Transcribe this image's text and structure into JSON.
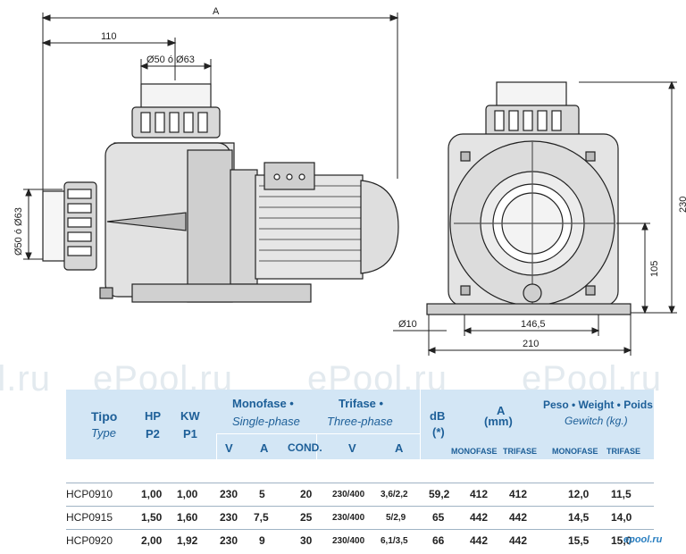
{
  "drawing": {
    "dim_A": "A",
    "dim_110": "110",
    "dim_inlet_top": "Ø50 ó Ø63",
    "dim_inlet_side": "Ø50 ó Ø63",
    "dim_230": "230",
    "dim_105": "105",
    "dim_hole": "Ø10",
    "dim_146": "146,5",
    "dim_210": "210"
  },
  "watermark": "ePool.ru",
  "table": {
    "headers": {
      "tipo": "Tipo",
      "type": "Type",
      "hp": "HP",
      "p2": "P2",
      "kw": "KW",
      "p1": "P1",
      "monofase": "Monofase •",
      "single_phase": "Single-phase",
      "trifase": "Trifase •",
      "three_phase": "Three-phase",
      "db": "dB",
      "db_note": "(*)",
      "a": "A",
      "mm": "(mm)",
      "peso_weight": "Peso • Weight • Poids",
      "gewitch": "Gewitch (kg.)",
      "v1": "V",
      "a1": "A",
      "cond": "COND.",
      "v2": "V",
      "a2": "A",
      "a_monofase": "MONOFASE",
      "a_trifase": "TRIFASE",
      "w_monofase": "MONOFASE",
      "w_trifase": "TRIFASE"
    },
    "rows": [
      [
        "HCP0910",
        "1,00",
        "1,00",
        "230",
        "5",
        "20",
        "230/400",
        "3,6/2,2",
        "59,2",
        "412",
        "412",
        "12,0",
        "11,5"
      ],
      [
        "HCP0915",
        "1,50",
        "1,60",
        "230",
        "7,5",
        "25",
        "230/400",
        "5/2,9",
        "65",
        "442",
        "442",
        "14,5",
        "14,0"
      ],
      [
        "HCP0920",
        "2,00",
        "1,92",
        "230",
        "9",
        "30",
        "230/400",
        "6,1/3,5",
        "66",
        "442",
        "442",
        "15,5",
        "15,0"
      ]
    ]
  },
  "footer_logo": "epool.ru"
}
